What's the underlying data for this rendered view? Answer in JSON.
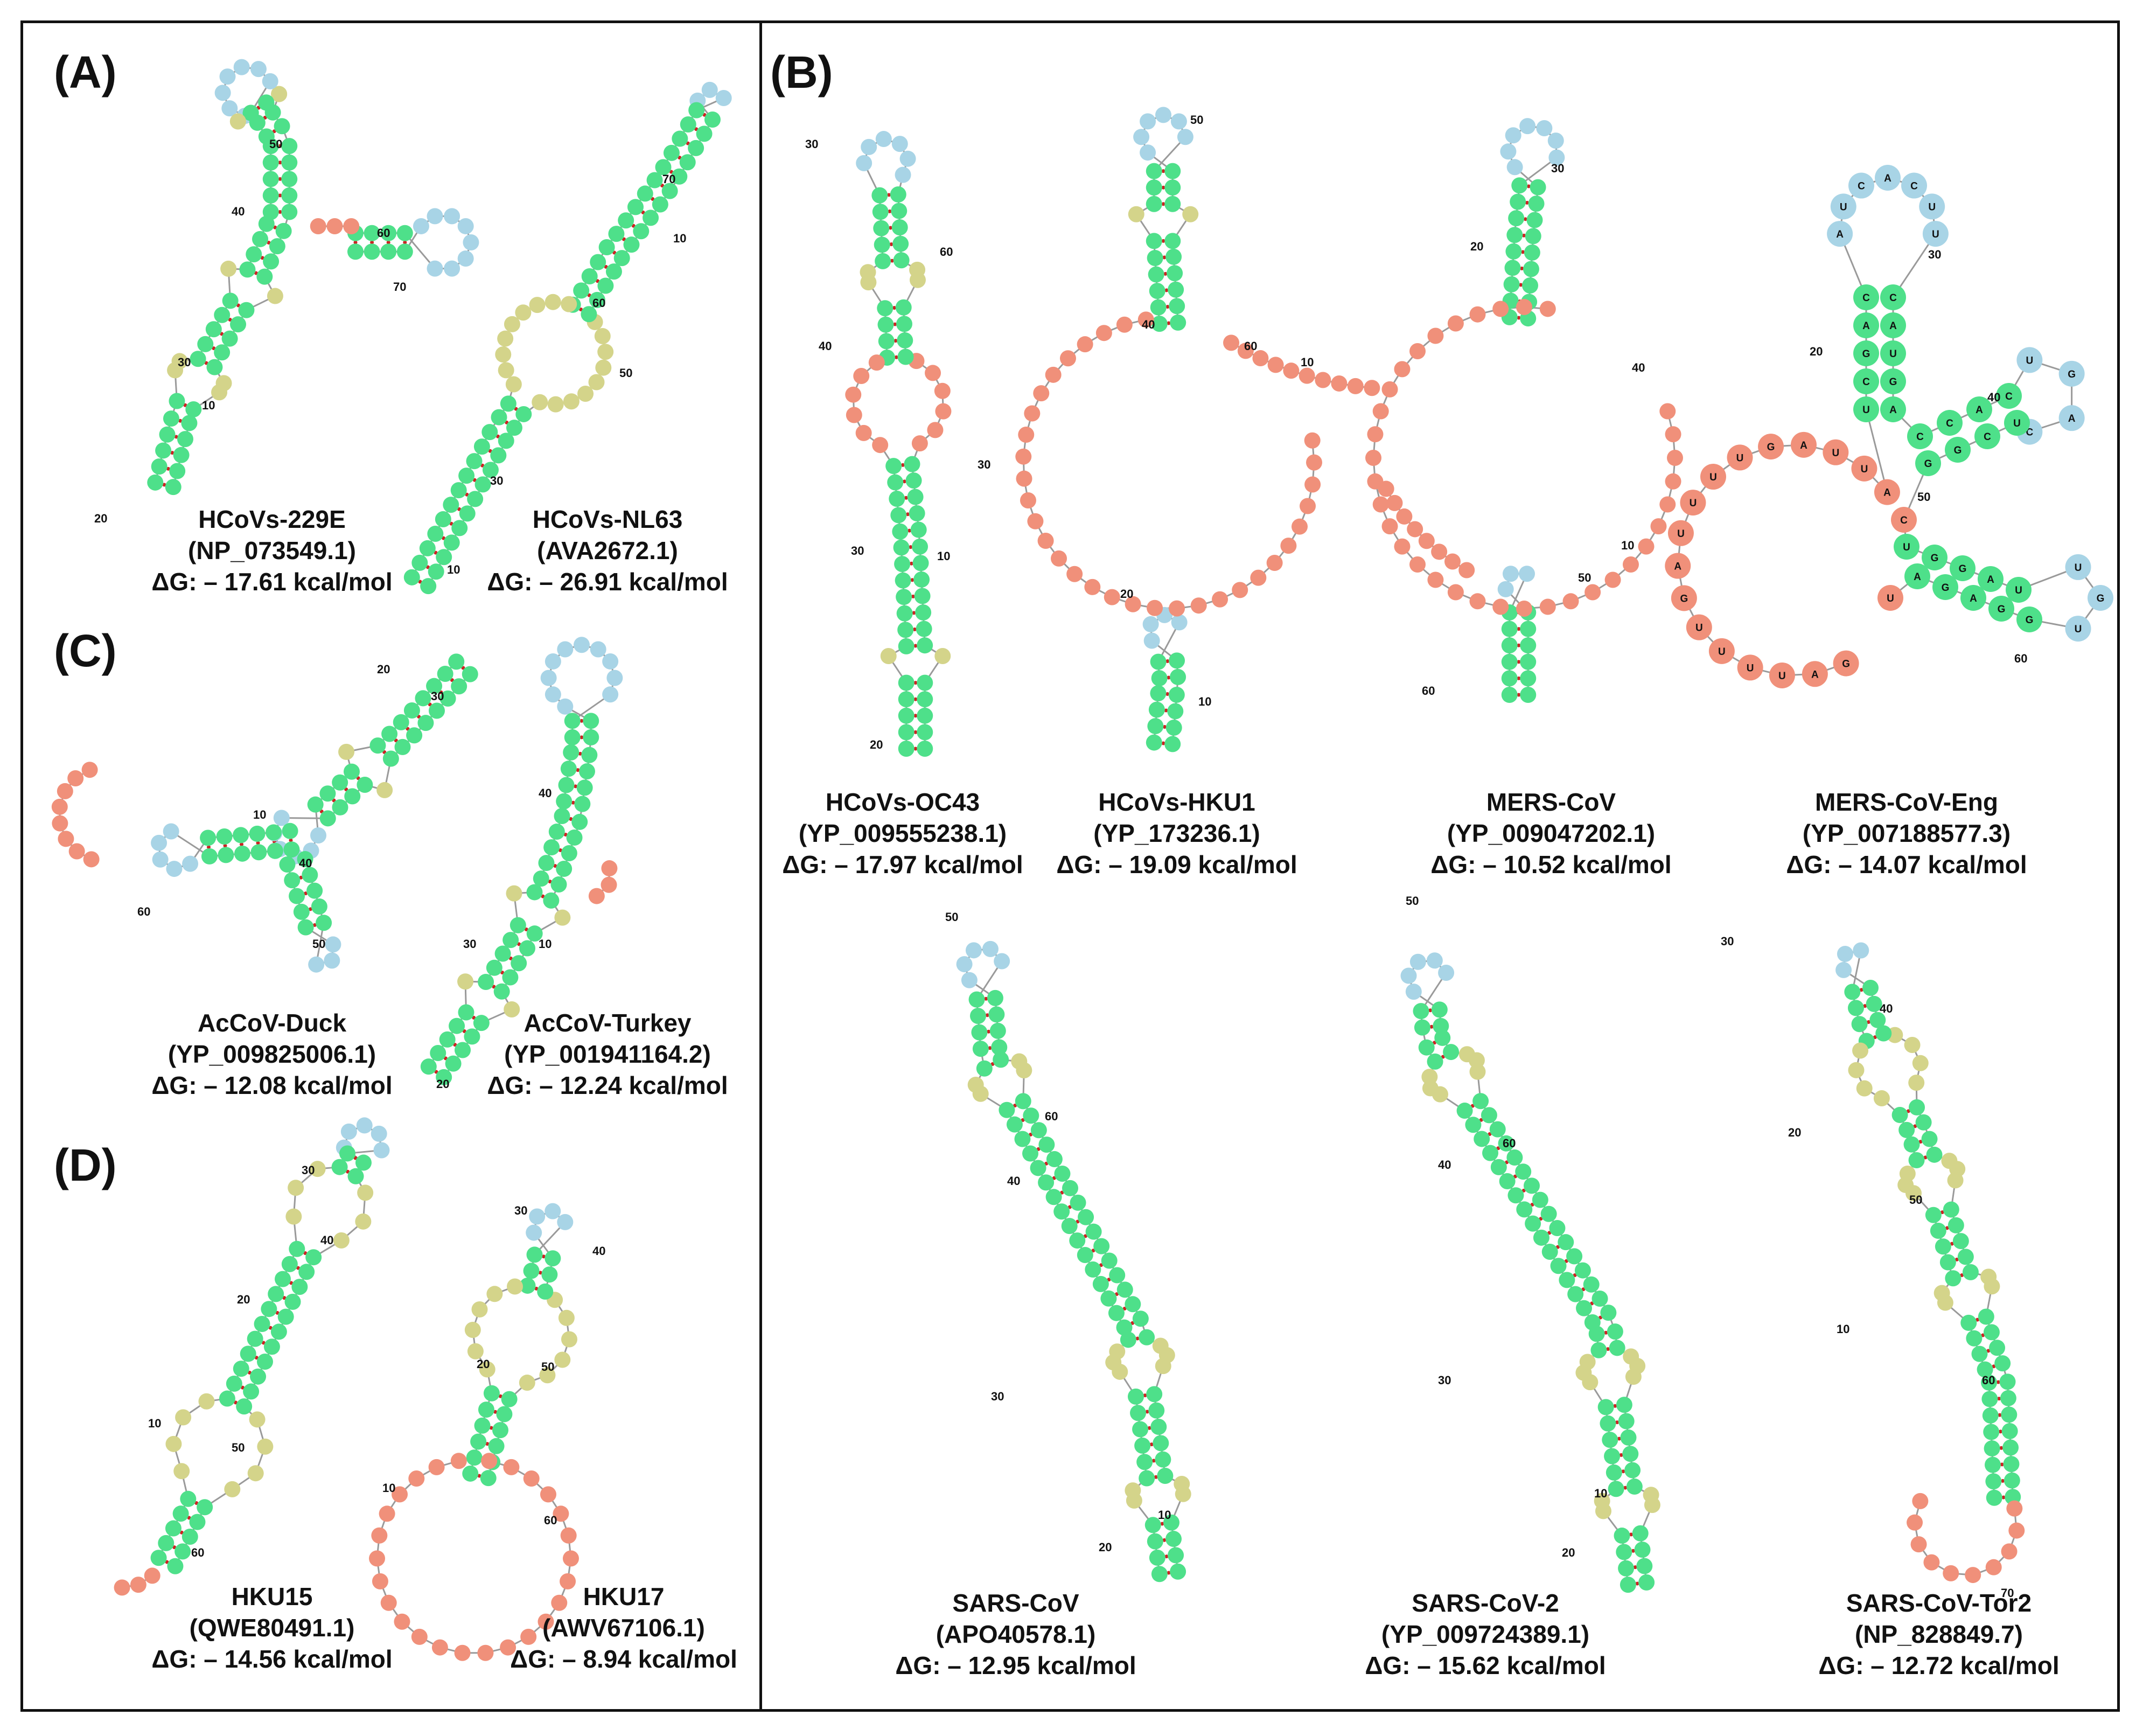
{
  "colors": {
    "stem": "#4ee08a",
    "hairpin_loop": "#a8d4e6",
    "interior_loop": "#d4d48a",
    "exterior": "#f0907a",
    "backbone": "#9a9a9a",
    "base_pair": "#cc2222"
  },
  "panels": [
    {
      "label": "(A)",
      "structures": [
        {
          "name": "HCoVs-229E",
          "accession": "(NP_073549.1)",
          "energy": "ΔG: – 17.61 kcal/mol"
        },
        {
          "name": "HCoVs-NL63",
          "accession": "(AVA2672.1)",
          "energy": "ΔG: – 26.91 kcal/mol"
        }
      ]
    },
    {
      "label": "(B)",
      "structures": [
        {
          "name": "HCoVs-OC43",
          "accession": "(YP_009555238.1)",
          "energy": "ΔG: – 17.97 kcal/mol"
        },
        {
          "name": "HCoVs-HKU1",
          "accession": "(YP_173236.1)",
          "energy": "ΔG: – 19.09 kcal/mol"
        },
        {
          "name": "MERS-CoV",
          "accession": "(YP_009047202.1)",
          "energy": "ΔG: – 10.52 kcal/mol"
        },
        {
          "name": "MERS-CoV-Eng",
          "accession": "(YP_007188577.3)",
          "energy": "ΔG: – 14.07 kcal/mol"
        },
        {
          "name": "SARS-CoV",
          "accession": "(APO40578.1)",
          "energy": "ΔG: – 12.95 kcal/mol"
        },
        {
          "name": "SARS-CoV-2",
          "accession": "(YP_009724389.1)",
          "energy": "ΔG: – 15.62 kcal/mol"
        },
        {
          "name": "SARS-CoV-Tor2",
          "accession": "(NP_828849.7)",
          "energy": "ΔG: – 12.72 kcal/mol"
        }
      ]
    },
    {
      "label": "(C)",
      "structures": [
        {
          "name": "AcCoV-Duck",
          "accession": "(YP_009825006.1)",
          "energy": "ΔG: – 12.08 kcal/mol"
        },
        {
          "name": "AcCoV-Turkey",
          "accession": "(YP_001941164.2)",
          "energy": "ΔG: – 12.24 kcal/mol"
        }
      ]
    },
    {
      "label": "(D)",
      "structures": [
        {
          "name": "HKU15",
          "accession": "(QWE80491.1)",
          "energy": "ΔG: – 14.56 kcal/mol"
        },
        {
          "name": "HKU17",
          "accession": "(AWV67106.1)",
          "energy": "ΔG: – 8.94 kcal/mol"
        }
      ]
    }
  ],
  "mers_eng": {
    "sequence": "GAUUUUGAUUUUGAUUAUCGACAUCACUUCAUGACCACUGACUCGGCUGGAUUGUGGA",
    "index_labels": [
      "10",
      "20",
      "30",
      "40",
      "50",
      "60"
    ]
  }
}
